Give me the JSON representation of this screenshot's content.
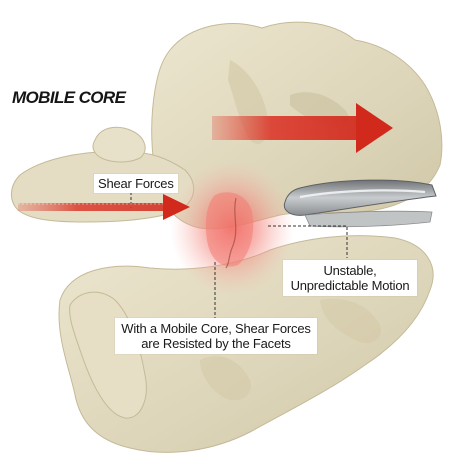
{
  "title": "MOBILE CORE",
  "labels": {
    "shear_forces": "Shear Forces",
    "unstable_line1": "Unstable,",
    "unstable_line2": "Unpredictable Motion",
    "mobile_line1": "With a Mobile Core, Shear Forces",
    "mobile_line2": "are Resisted by the Facets"
  },
  "colors": {
    "bone": "#e3dcc2",
    "bone_shadow": "#c9c0a0",
    "arrow_red": "#d9392b",
    "glow": "#f06a62",
    "implant": "#a8abad"
  }
}
